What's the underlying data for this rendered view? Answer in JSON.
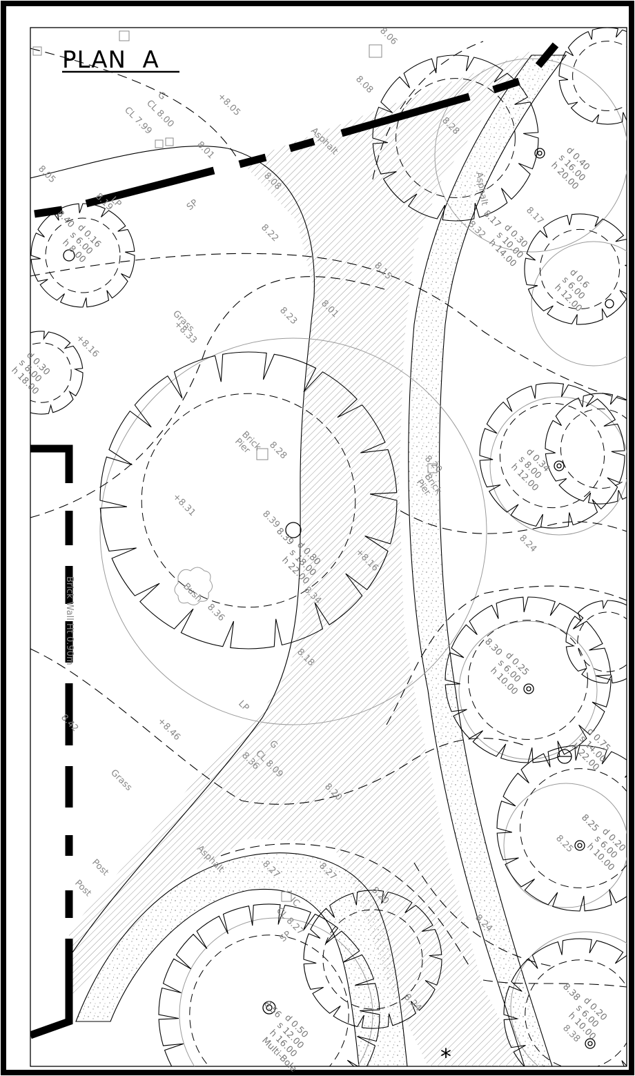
{
  "plan": {
    "title": "PLAN  A",
    "marker": "*"
  },
  "labels": {
    "grass_1": "Grass",
    "grass_2": "Grass",
    "asphalt_1": "Asphalt",
    "asphalt_2": "Asphalt",
    "asphalt_3": "Asphalt",
    "brick_pier_1": "Brick\nPier",
    "brick_pier_2": "Brick\nPier",
    "bush": "Bush",
    "brick_wall": "Brick Wall Ht 0.90m",
    "post_1": "Post",
    "post_2": "Post",
    "sp_1": "SP",
    "sp_2": "SP",
    "lp_1": "LP",
    "lp_2": "LP",
    "g_cl_top": "G",
    "cl_800": "CL 8.00",
    "cl_799": "CL 7.99",
    "ic_cl": "IC",
    "cl_827": "CL 8.27",
    "g_cl_mid": "G",
    "cl_809": "CL 8.09"
  },
  "levels": [
    "8.06",
    "8.08",
    "+8.05",
    "8.01",
    "8.05",
    "8.19",
    "8.08",
    "8.22",
    "8.15",
    "8.23",
    "8.01",
    "+8.33",
    "+8.16",
    "8.28",
    "+8.31",
    "8.39",
    "8.20",
    "+8.16",
    "8.34",
    "8.36",
    "8.18",
    "+8.46",
    "8.42",
    "8.36",
    "8.20",
    "8.27",
    "8.27",
    "8.20",
    "8.24",
    "8.17",
    "8.32",
    "8.28",
    "8.24",
    "8.38",
    "8.24",
    "8.25"
  ],
  "trees": [
    {
      "id": "t1",
      "d": "d 0.16",
      "s": "s 6.00",
      "h": "h 8.00",
      "lvl": "8.40"
    },
    {
      "id": "t2",
      "d": "d 0.30",
      "s": "s 8.00",
      "h": "h 18.00"
    },
    {
      "id": "t3",
      "d": "d 0.80",
      "s": "s 18.00",
      "h": "h 22.00",
      "lvl": "8.39"
    },
    {
      "id": "t4",
      "d": "d 0.40",
      "s": "s 16.00",
      "h": "h 20.00"
    },
    {
      "id": "t5",
      "d": "d 0.30",
      "s": "s 10.00",
      "h": "h 14.00",
      "lvl": "8.17"
    },
    {
      "id": "t6",
      "d": "d 0.6",
      "s": "s 6.00",
      "h": "h 12.00"
    },
    {
      "id": "t7",
      "d": "d 0.34",
      "s": "s 8.00",
      "h": "h 12.00"
    },
    {
      "id": "t8",
      "d": "d 0.25",
      "s": "s 6.00",
      "h": "h 10.00",
      "lvl": "8.30"
    },
    {
      "id": "t9",
      "d": "d 0.75",
      "s": "s 14.00",
      "h": "h 22.00"
    },
    {
      "id": "t10",
      "d": "d 0.20",
      "s": "s 6.00",
      "h": "h 10.00",
      "lvl": "8.25"
    },
    {
      "id": "t11",
      "d": "d 0.50",
      "s": "s 12.00",
      "h": "h 16.00",
      "lvl": "8.56",
      "note": "Multi-Bole"
    },
    {
      "id": "t12",
      "d": "d 0.20",
      "s": "s 6.00",
      "h": "h 10.00",
      "lvl": "8.38"
    }
  ],
  "colors": {
    "ink": "#000000",
    "faint": "#9a9a9a",
    "hatch": "#8c8c8c"
  }
}
